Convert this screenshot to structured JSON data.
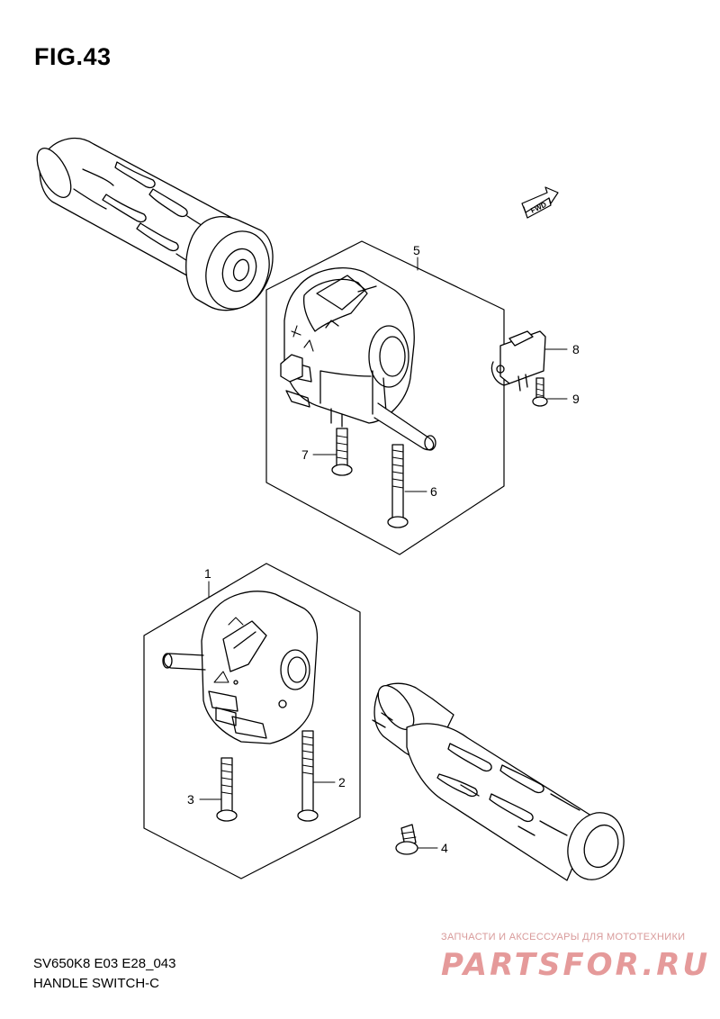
{
  "figure": {
    "title": "FIG.43"
  },
  "footer": {
    "model_code": "SV650K8 E03 E28_043",
    "name": "HANDLE SWITCH-C"
  },
  "watermark": {
    "caption": "ЗАПЧАСТИ И АКСЕССУАРЫ ДЛЯ МОТОТЕХНИКИ",
    "logo": "PARTSFOR.RU"
  },
  "fwd_label": "FWD",
  "callouts": {
    "c1": "1",
    "c2": "2",
    "c3": "3",
    "c4": "4",
    "c5": "5",
    "c6": "6",
    "c7": "7",
    "c8": "8",
    "c9": "9"
  }
}
